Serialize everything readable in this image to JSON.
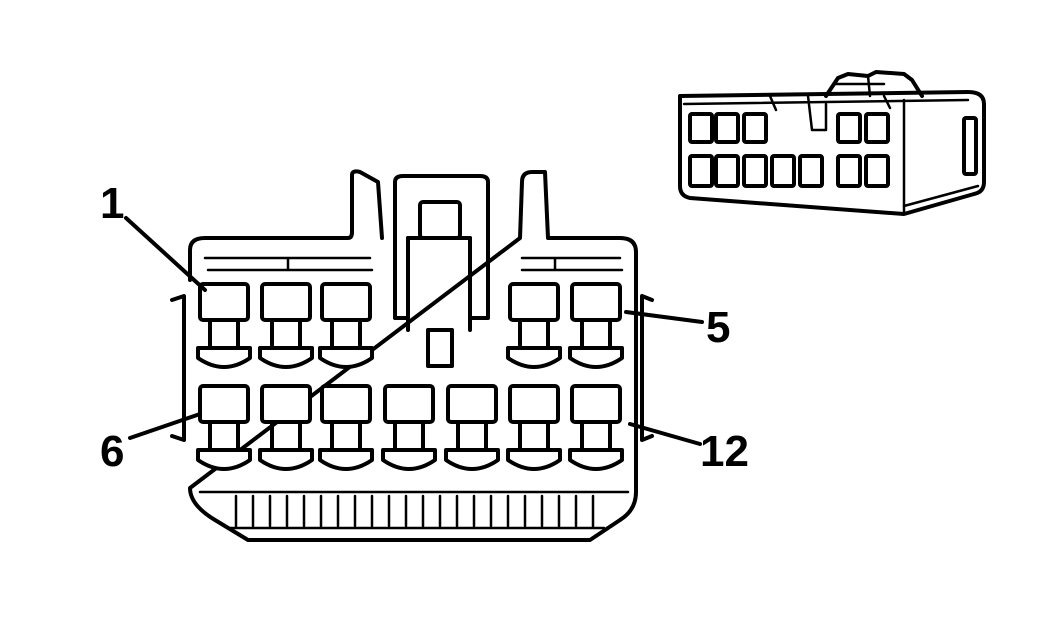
{
  "diagram": {
    "pin_labels": [
      {
        "id": "1",
        "text": "1"
      },
      {
        "id": "5",
        "text": "5"
      },
      {
        "id": "6",
        "text": "6"
      },
      {
        "id": "12",
        "text": "12"
      }
    ],
    "top_row_pins": 5,
    "bottom_row_pins": 7,
    "line_color": "#000000",
    "background_color": "#ffffff"
  }
}
